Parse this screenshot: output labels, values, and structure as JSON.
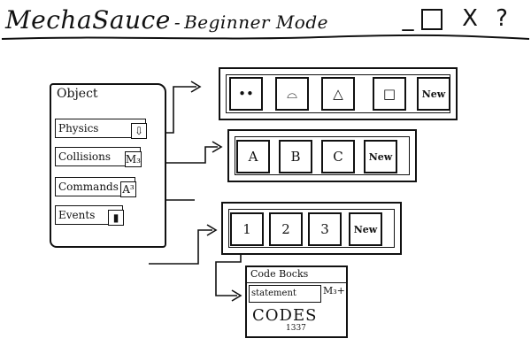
{
  "window": {
    "app_name": "MechaSauce",
    "separator": "-",
    "mode": "Beginner Mode",
    "controls": {
      "minimize": "_",
      "close": "X",
      "help": "?"
    }
  },
  "object_panel": {
    "title": "Object",
    "properties": [
      {
        "label": "Physics",
        "icon": "⇩",
        "icon_name": "down-arrow-icon"
      },
      {
        "label": "Collisions",
        "icon": "M₃",
        "icon_name": "collision-icon"
      },
      {
        "label": "Commands",
        "icon": "A³",
        "icon_name": "command-icon"
      },
      {
        "label": "Events",
        "icon": "▮",
        "icon_name": "event-icon"
      }
    ]
  },
  "physics_options": {
    "items": [
      "••",
      "⌓",
      "△",
      "□"
    ],
    "new_label": "New"
  },
  "collision_options": {
    "items": [
      "A",
      "B",
      "C"
    ],
    "new_label": "New"
  },
  "event_options": {
    "items": [
      "1",
      "2",
      "3"
    ],
    "new_label": "New"
  },
  "code_box": {
    "title": "Code Bocks",
    "statement_label": "statement",
    "statement_icon": "M₃+",
    "code_text": "CODES",
    "code_sub": "1337"
  },
  "colors": {
    "ink": "#111111",
    "paper": "#ffffff"
  }
}
